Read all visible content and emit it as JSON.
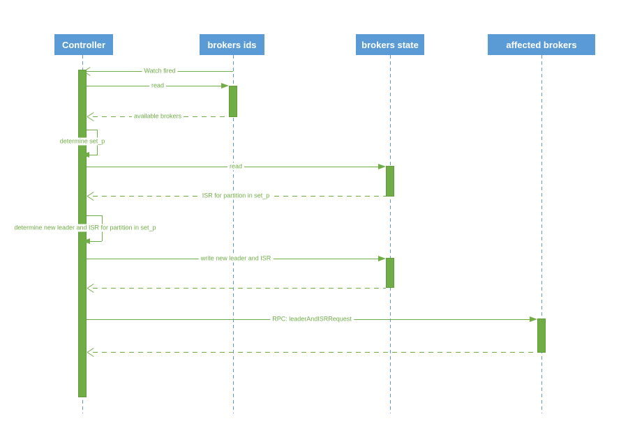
{
  "diagram": {
    "type": "uml-sequence-diagram",
    "actors": [
      {
        "label": "Controller"
      },
      {
        "label": "brokers ids"
      },
      {
        "label": "brokers state"
      },
      {
        "label": "affected brokers"
      }
    ],
    "messages": {
      "watch_fired": "Watch fired",
      "read_ids": "read",
      "available_brokers": "available brokers",
      "determine_set_p": "determine set_p",
      "read_state": "read",
      "isr_for_partition": "ISR for partition in set_p",
      "determine_new_leader": "determine new leader and ISR for partition in set_p",
      "write_new_leader": "write new leader and ISR",
      "rpc_leader_and_isr": "RPC: leaderAndISRRequest"
    },
    "colors": {
      "actor_fill": "#5b9bd5",
      "lifeline_blue": "#5b9bd5",
      "message_green": "#70ad47",
      "background": "#ffffff"
    }
  }
}
